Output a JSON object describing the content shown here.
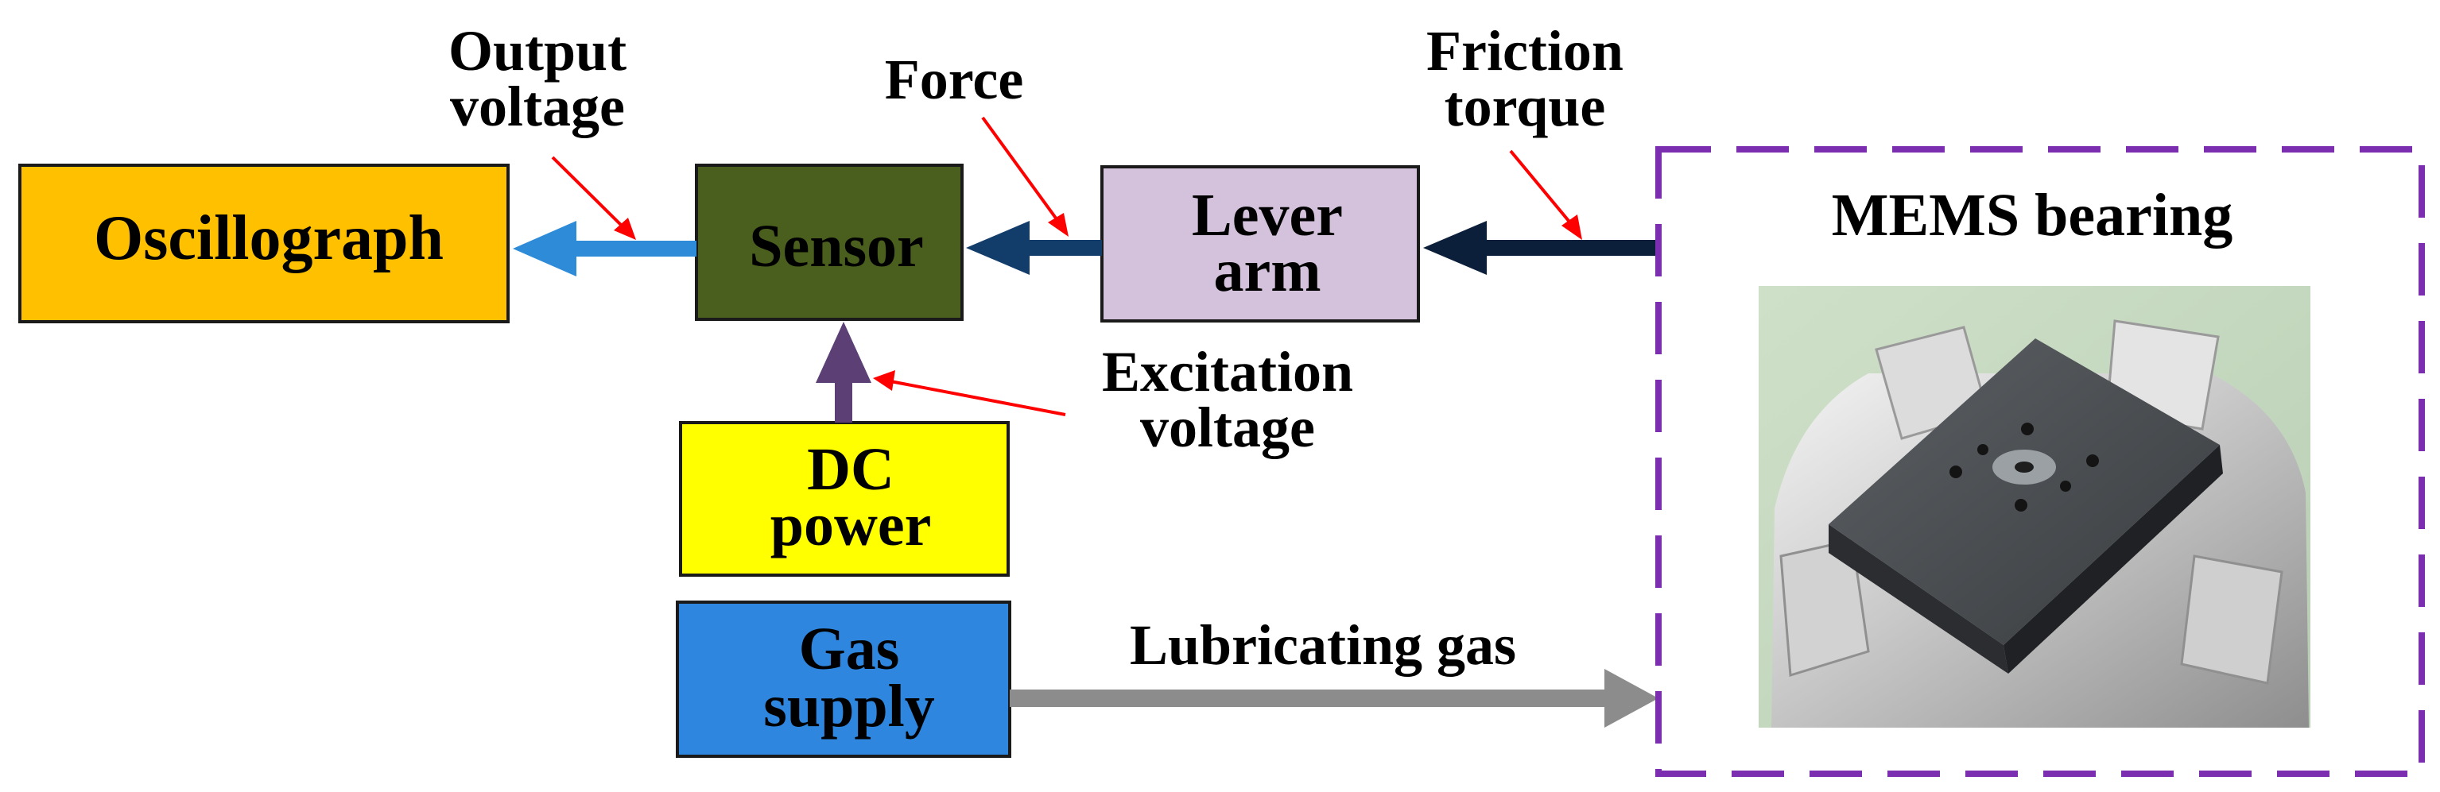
{
  "boxes": {
    "oscillograph": "Oscillograph",
    "sensor": "Sensor",
    "lever_arm": [
      "Lever",
      "arm"
    ],
    "dc_power": [
      "DC",
      "power"
    ],
    "gas_supply": [
      "Gas",
      "supply"
    ]
  },
  "labels": {
    "output_voltage": [
      "Output",
      "voltage"
    ],
    "force": "Force",
    "friction_torque": [
      "Friction",
      "torque"
    ],
    "excitation_voltage": [
      "Excitation",
      "voltage"
    ],
    "lubricating_gas": "Lubricating gas",
    "mems_bearing": "MEMS bearing"
  },
  "colors": {
    "oscillograph_fill": "#FFC000",
    "sensor_fill": "#4A5F1E",
    "lever_arm_fill": "#D4C2DC",
    "dc_power_fill": "#FFFF00",
    "gas_supply_fill": "#2E86DE",
    "output_arrow": "#2E8BD8",
    "force_arrow": "#123C6A",
    "torque_arrow": "#0B1F3A",
    "excitation_arrow": "#5B3F75",
    "gas_arrow": "#8C8C8C",
    "pointer_red": "#FF0000",
    "mems_border": "#7B2FB0"
  }
}
